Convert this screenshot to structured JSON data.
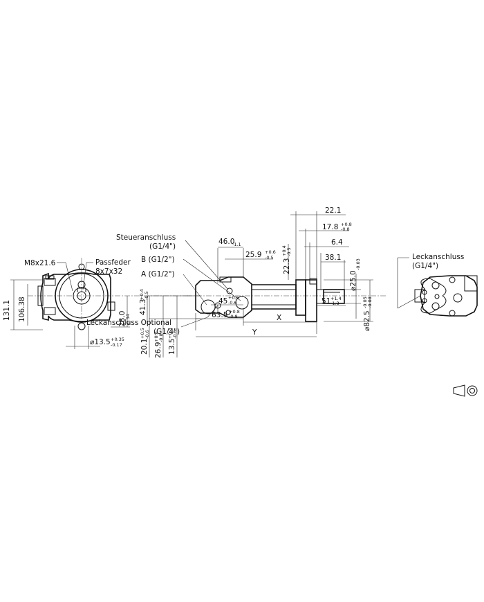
{
  "labels": {
    "m8": "M8x21.6",
    "passfeder": "Passfeder",
    "passfeder_size": "8x7x32",
    "steuer": "Steueranschluss",
    "steuer_thread": "(G1/4\")",
    "b_port": "B (G1/2\")",
    "a_port": "A (G1/2\")",
    "leck_opt": "Leckanschluss Optional",
    "leck_opt_thread": "(G1/4\")",
    "leck": "Leckanschluss",
    "leck_thread": "(G1/4\")"
  },
  "dims": {
    "d131": "131.1",
    "d106": "106.38",
    "d41": "41.3",
    "d41_tol_up": "+0.4",
    "d41_tol_dn": "-0.5",
    "d28": "28.0",
    "d28_tol_dn": "-0.34",
    "d13_5_dia": "⌀13.5",
    "d13_5_up": "+0.35",
    "d13_5_dn": "-0.17",
    "d20": "20.1",
    "d20_up": "+0.5",
    "d20_dn": "-0.6",
    "d26": "26.9",
    "d26_up": "+0.8",
    "d26_dn": "-0.8",
    "d13_5v": "13.5",
    "d13_5v_up": "+0.3",
    "d13_5v_dn": "-0.6",
    "d46": "46.0",
    "d46_dn": "-1.1",
    "d25_9": "25.9",
    "d25_9_up": "+0.6",
    "d25_9_dn": "-0.5",
    "d22_3": "22.3",
    "d22_3_up": "+0.4",
    "d22_3_dn": "-0.5",
    "d22_1": "22.1",
    "d17_8": "17.8",
    "d17_8_up": "+0.8",
    "d17_8_dn": "-0.8",
    "d6_4": "6.4",
    "d38_1": "38.1",
    "d25_0": "⌀25.0",
    "d25_0_dn": "-0.03",
    "d82_5": "⌀82.5",
    "d82_5_up": "-0.05",
    "d82_5_dn": "-0.08",
    "d45": "45",
    "d45_up": "+0.5",
    "d45_dn": "-0.6",
    "d63_5": "63.5",
    "d63_5_up": "+0.8",
    "d63_5_dn": "-0.8",
    "d51": "51",
    "d51_up": "+1.4",
    "d51_dn": "-1.3",
    "x": "X",
    "y": "Y"
  },
  "icons": {
    "taper": "taper-symbol-icon",
    "projection": "projection-circle-icon"
  }
}
